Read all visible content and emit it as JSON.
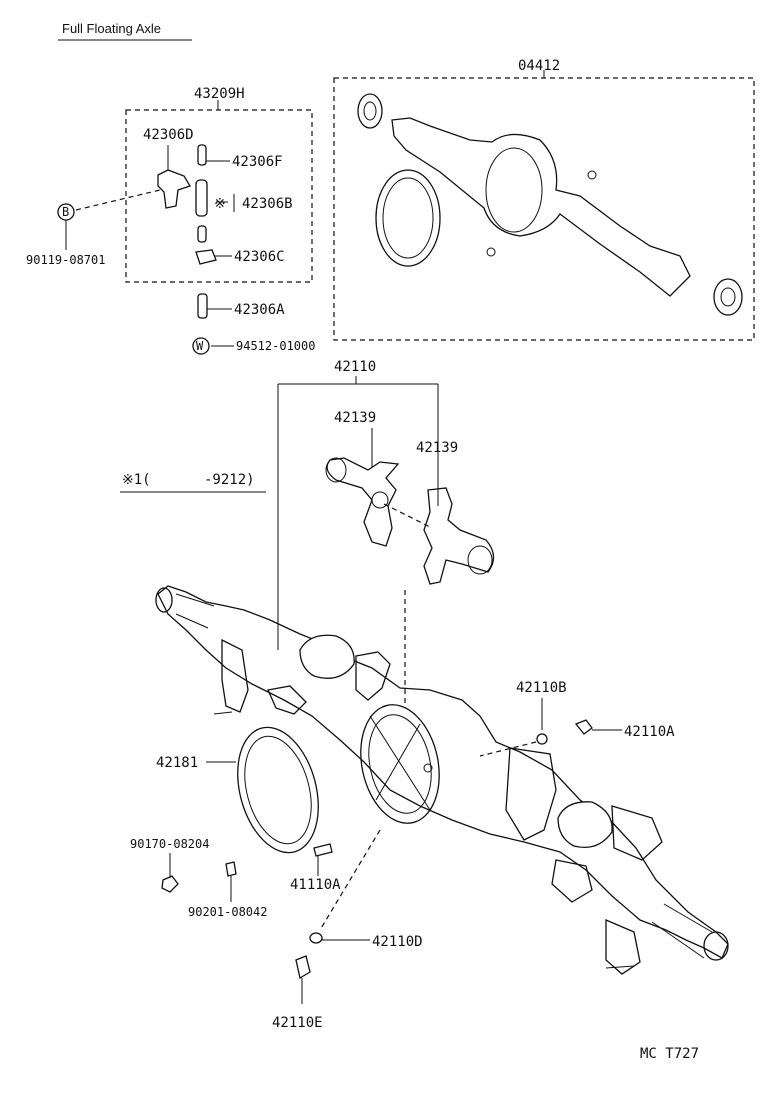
{
  "title": "Full Floating Axle",
  "footer_code": "MC  T727",
  "note": {
    "mark": "※1(",
    "code": "-9212)"
  },
  "parts": {
    "p04412": "04412",
    "p43209H": "43209H",
    "p42306D": "42306D",
    "p42306F": "42306F",
    "p42306B": "42306B",
    "p42306B_mark": "※",
    "p42306C": "42306C",
    "p42306A": "42306A",
    "p90119": "90119-08701",
    "p94512": "94512-01000",
    "p42110": "42110",
    "p42139a": "42139",
    "p42139b": "42139",
    "p42110B": "42110B",
    "p42110A": "42110A",
    "p42181": "42181",
    "p90170": "90170-08204",
    "p90201": "90201-08042",
    "p41110A": "41110A",
    "p42110D": "42110D",
    "p42110E": "42110E"
  },
  "symbols": {
    "circle_b": "B",
    "circle_w": "W"
  }
}
